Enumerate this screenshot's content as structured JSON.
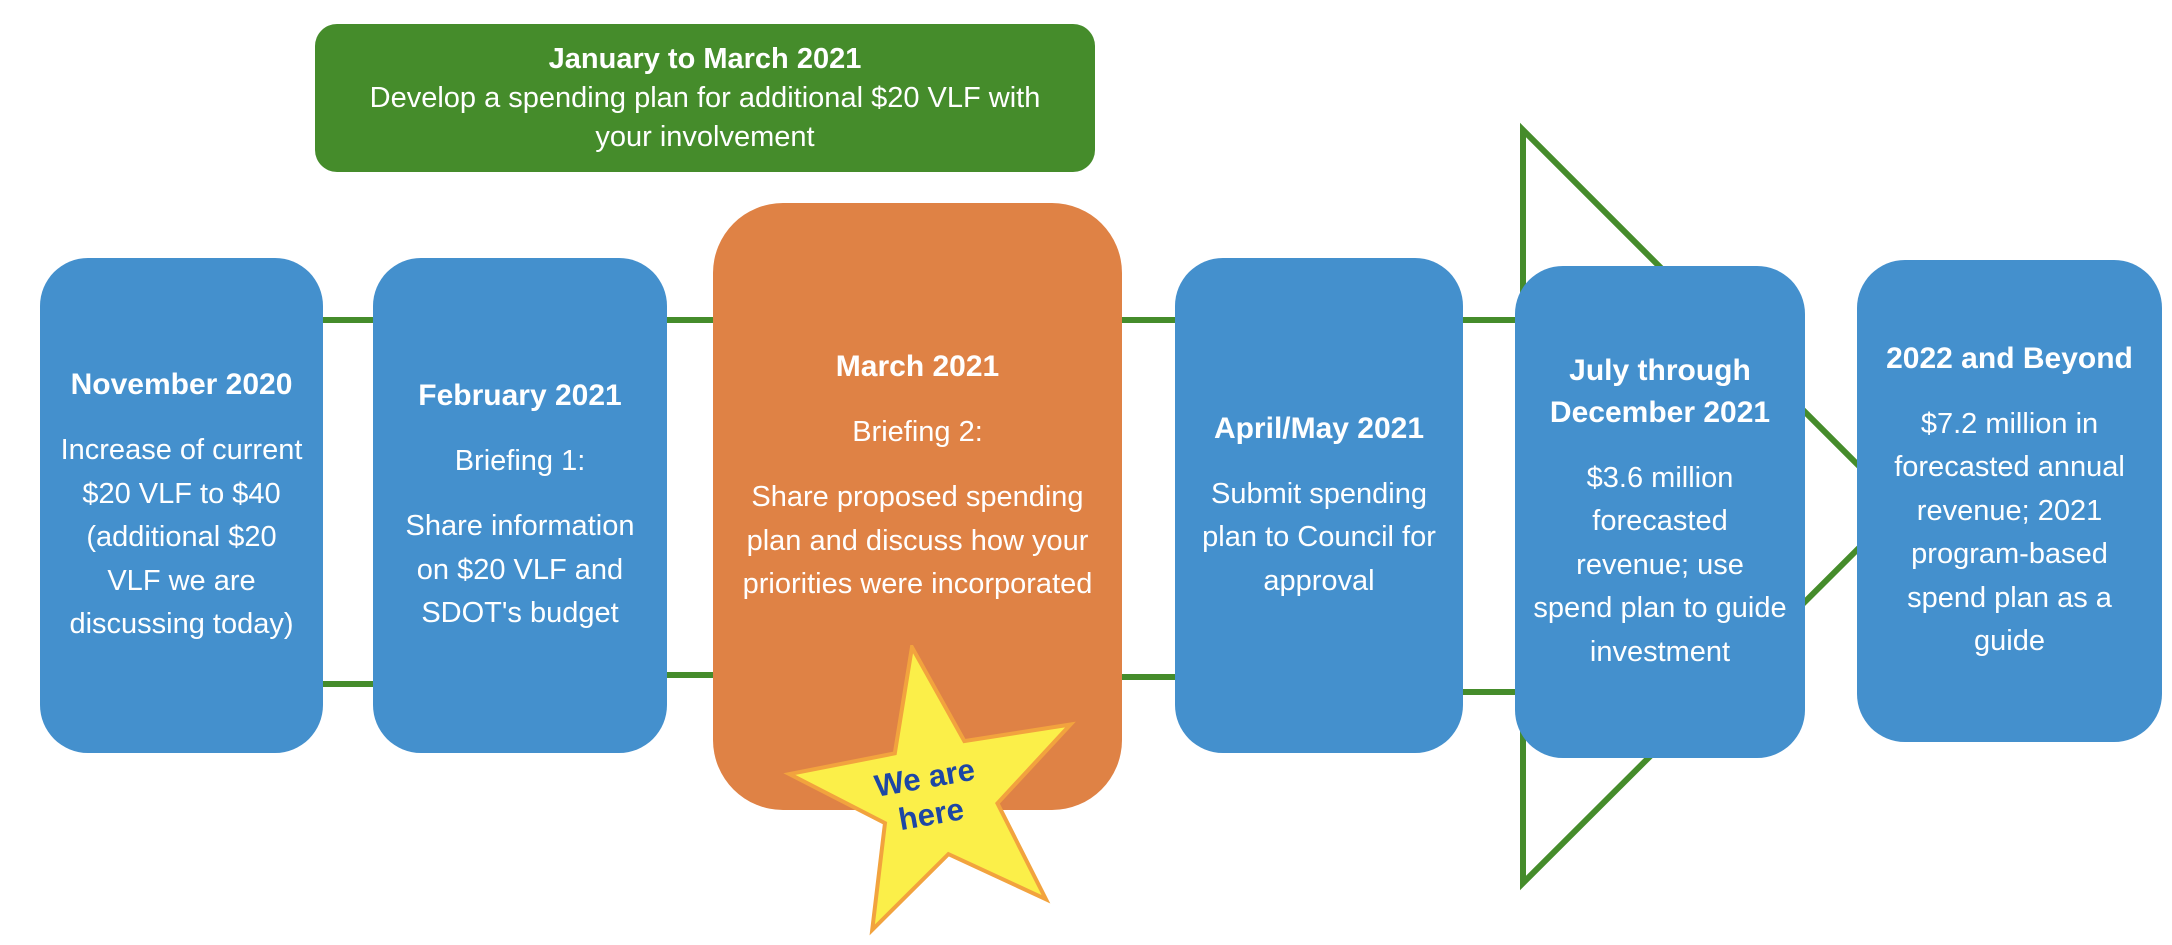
{
  "banner": {
    "title": "January to March 2021",
    "body": "Develop a spending plan for additional $20 VLF with your involvement"
  },
  "boxes": [
    {
      "title": "November 2020",
      "body": [
        "Increase of current $20 VLF to $40 (additional $20 VLF we are discussing today)"
      ]
    },
    {
      "title": "February 2021",
      "body": [
        "Briefing 1:",
        "Share information on $20 VLF and SDOT's budget"
      ]
    },
    {
      "title": "March 2021",
      "body": [
        "Briefing 2:",
        "Share proposed spending plan and discuss how your priorities were incorporated"
      ]
    },
    {
      "title": "April/May 2021",
      "body": [
        "Submit spending plan to Council for approval"
      ]
    },
    {
      "title": "July through December 2021",
      "body": [
        "$3.6 million forecasted revenue; use spend plan to guide investment"
      ]
    },
    {
      "title": "2022 and Beyond",
      "body": [
        "$7.2 million in forecasted annual revenue; 2021 program-based spend plan as a guide"
      ]
    }
  ],
  "marker": {
    "label": "We are here"
  },
  "colors": {
    "green": "#458C2B",
    "blue": "#4490CD",
    "orange": "#DF8245",
    "star_fill": "#FBEF49",
    "star_border": "#F2A33E",
    "marker_text": "#1D47A5",
    "text": "#FFFFFF"
  }
}
